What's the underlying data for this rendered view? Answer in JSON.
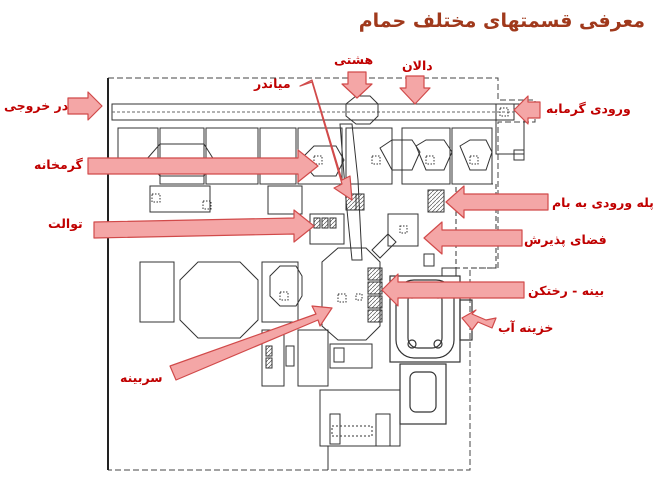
{
  "title": "معرفی قسمتهای مختلف حمام",
  "labels": {
    "exit": "در خروجی",
    "hot_room": "گرمخانه",
    "toilet": "توالت",
    "miander": "میاندر",
    "hashti": "هشتی",
    "corridor": "دالان",
    "entrance": "ورودی گرمابه",
    "roof_stair": "پله ورودی به بام",
    "reception": "فضای پذیرش",
    "changing": "بینه - رختکن",
    "water_tank": "خزینه آب",
    "cold_room": "سربینه"
  },
  "colors": {
    "title": "#a0391c",
    "label": "#c00000",
    "arrow_fill": "#f4a6a6",
    "arrow_stroke": "#d14a4a",
    "plan_line": "#333333"
  }
}
